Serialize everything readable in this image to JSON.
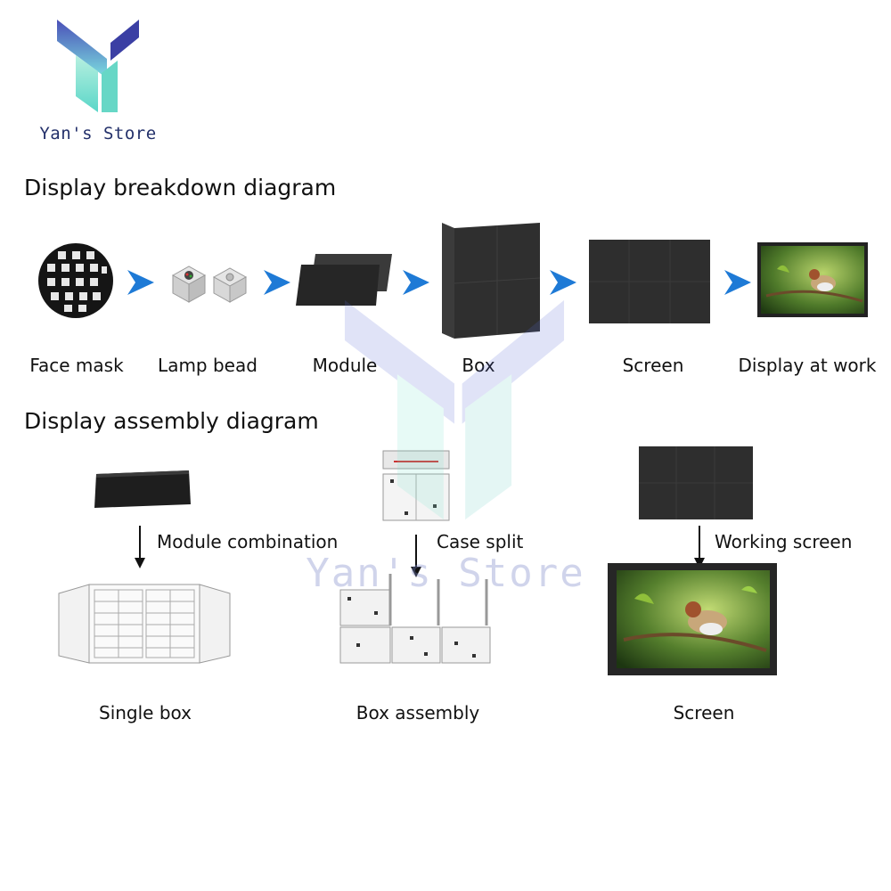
{
  "brand": {
    "name": "Yan's Store",
    "logo": "y-logo"
  },
  "watermark": {
    "text": "Yan's Store",
    "logo": "y-logo"
  },
  "breakdown": {
    "title": "Display breakdown diagram",
    "steps": [
      {
        "label": "Face mask",
        "icon": "face-mask-image"
      },
      {
        "label": "Lamp bead",
        "icon": "lamp-bead-image"
      },
      {
        "label": "Module",
        "icon": "module-image"
      },
      {
        "label": "Box",
        "icon": "box-image"
      },
      {
        "label": "Screen",
        "icon": "screen-image"
      },
      {
        "label": "Display at work",
        "icon": "display-at-work-image"
      }
    ]
  },
  "assembly": {
    "title": "Display assembly diagram",
    "columns": [
      {
        "arrow_label": "Module combination",
        "result_label": "Single box"
      },
      {
        "arrow_label": "Case split",
        "result_label": "Box assembly"
      },
      {
        "arrow_label": "Working screen",
        "result_label": "Screen"
      }
    ]
  },
  "colors": {
    "arrow": "#1e7ad6",
    "panel": "#2b2b2b",
    "logo_top": "#5a6bd6",
    "logo_bottom": "#7fe6d0"
  }
}
